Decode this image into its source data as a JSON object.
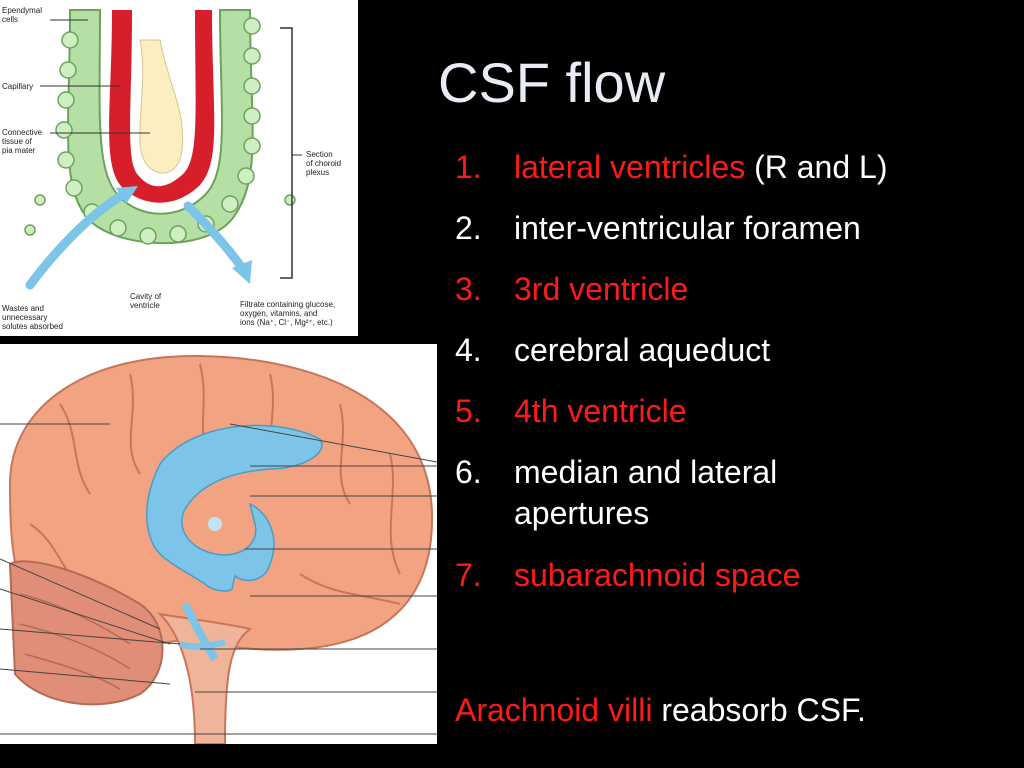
{
  "slide": {
    "title": "CSF flow",
    "list": [
      {
        "number": "1.",
        "highlight": "lateral ventricles",
        "rest": " (R and L)",
        "color": "#ff1a1a"
      },
      {
        "number": "2.",
        "highlight": "",
        "rest": "inter-ventricular foramen",
        "color": "#ffffff"
      },
      {
        "number": "3.",
        "highlight": "3rd ventricle",
        "rest": "",
        "color": "#ff1a1a"
      },
      {
        "number": "4.",
        "highlight": "",
        "rest": "cerebral aqueduct",
        "color": "#ffffff"
      },
      {
        "number": "5.",
        "highlight": "4th ventricle",
        "rest": "",
        "color": "#ff1a1a"
      },
      {
        "number": "6.",
        "highlight": "",
        "rest": "median and lateral apertures",
        "color": "#ffffff"
      },
      {
        "number": "7.",
        "highlight": "subarachnoid space",
        "rest": "",
        "color": "#ff1a1a"
      }
    ],
    "footer": {
      "highlight": "Arachnoid villi",
      "rest": " reabsorb CSF."
    }
  },
  "figure_choroid": {
    "labels": {
      "ependymal": "Ependymal\ncells",
      "capillary": "Capillary",
      "connective": "Connective\ntissue of\npia mater",
      "section": "Section\nof choroid\nplexus",
      "cavity": "Cavity of\nventricle",
      "wastes": "Wastes and\nunnecessary\nsolutes absorbed",
      "filtrate": "Filtrate containing glucose,\noxygen, vitamins, and\nions (Na⁺, Cl⁻, Mg²⁺, etc.)"
    }
  },
  "colors": {
    "background": "#000000",
    "title": "#e8ecf4",
    "accent_red": "#ff1a1a",
    "text": "#ffffff",
    "csf_blue": "#7cc4e8",
    "brain_pink": "#f2a382",
    "vessel_red": "#d61f2a"
  }
}
